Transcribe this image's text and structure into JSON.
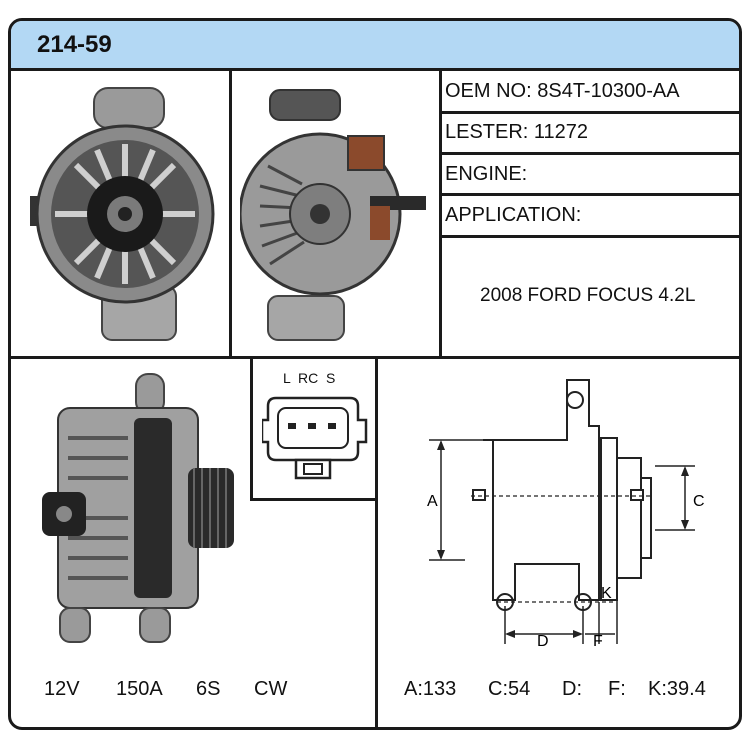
{
  "part_number": "214-59",
  "specs": {
    "oem": "OEM NO:  8S4T-10300-AA",
    "lester": "LESTER:  11272",
    "engine": "ENGINE:",
    "application": "APPLICATION:",
    "vehicle": "2008 FORD FOCUS 4.2L"
  },
  "connector": {
    "pin_labels": "L  RC  S"
  },
  "electrical": {
    "voltage": "12V",
    "amperage": "150A",
    "pulley": "6S",
    "rotation": "CW"
  },
  "dimensions": {
    "a": "A:133",
    "c": "C:54",
    "d": "D:",
    "f": "F:",
    "k": "K:39.4"
  },
  "diagram_labels": {
    "a": "A",
    "c": "C",
    "d": "D",
    "f": "F",
    "k": "K"
  }
}
